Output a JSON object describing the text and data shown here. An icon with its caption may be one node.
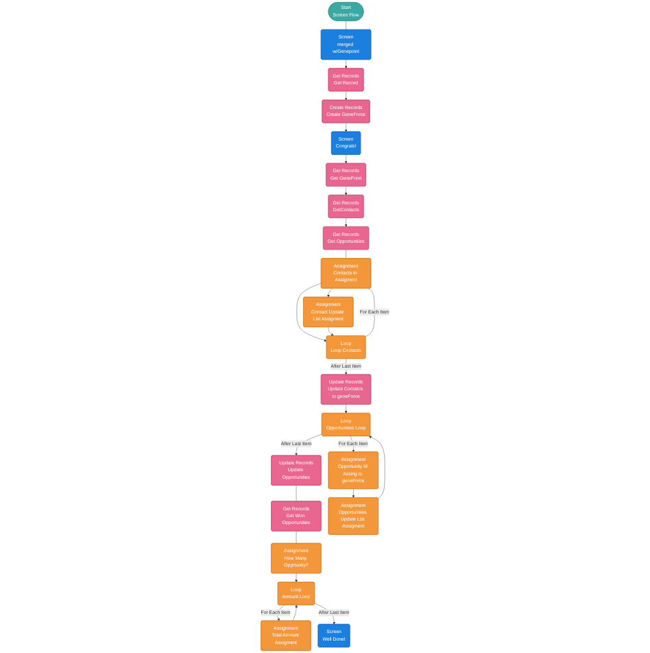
{
  "diagram": {
    "nodes": [
      {
        "text": [
          "Screen",
          "merged w/Genepoint"
        ]
      },
      {
        "text": [
          "Get Records",
          "Get Record"
        ]
      },
      {
        "text": [
          "Create Records",
          "Create GeneForce"
        ]
      },
      {
        "text": [
          "Screen",
          "Congrats!"
        ]
      },
      {
        "text": [
          "Get Records",
          "Get GenePoint"
        ]
      },
      {
        "text": [
          "Get Records",
          "GetContacts"
        ]
      },
      {
        "text": [
          "Start",
          "Screen Flow"
        ]
      },
      {
        "text": [
          "Screen",
          "Well Done!"
        ]
      },
      {
        "text": [
          "Assignment",
          "How Many Opprtunity?"
        ]
      },
      {
        "text": [
          "Loop",
          "Amount Loop"
        ]
      },
      {
        "text": [
          "Assignment",
          "Total Amount Assigment"
        ]
      },
      {
        "text": [
          "Get Records",
          "Get Opportunities"
        ]
      },
      {
        "text": [
          "Get Records",
          "Get Won Opportunities"
        ]
      },
      {
        "text": [
          "Assignment",
          "Opportunities Update List Assigment"
        ]
      },
      {
        "text": [
          "Assignment",
          "Contacts to Assigment"
        ]
      },
      {
        "text": [
          "Assignment",
          "Opportunity Id Assing to geneForce"
        ]
      },
      {
        "text": [
          "Update Records",
          "Update Opportunities"
        ]
      },
      {
        "text": [
          "Loop",
          "Opportunities Loop"
        ]
      },
      {
        "text": [
          "Update Records",
          "Update Contatcs to geneForce"
        ]
      },
      {
        "text": [
          "Loop",
          "Loop Contacts"
        ]
      },
      {
        "text": [
          "Assignment",
          "Contact Update List Assigment"
        ]
      }
    ],
    "edges": [
      {
        "from": 6,
        "to": 0,
        "arrow": "none"
      },
      {
        "from": 0,
        "to": 1,
        "arrow": "to"
      },
      {
        "from": 1,
        "to": 2,
        "arrow": "to"
      },
      {
        "from": 2,
        "to": 3,
        "arrow": "to"
      },
      {
        "from": 3,
        "to": 4,
        "arrow": "to"
      },
      {
        "from": 4,
        "to": 5,
        "arrow": "to"
      },
      {
        "from": 5,
        "to": 11,
        "arrow": "to"
      },
      {
        "from": 11,
        "to": 14,
        "arrow": "none"
      },
      {
        "from": 14,
        "to": 19,
        "arrow": "to"
      },
      {
        "from": 19,
        "to": 14,
        "arrow": "none",
        "label": "For Each Item"
      },
      {
        "from": 14,
        "to": 20,
        "arrow": "to"
      },
      {
        "from": 20,
        "to": 19,
        "arrow": "to"
      },
      {
        "from": 19,
        "to": 18,
        "arrow": "to",
        "label": "After Last Item"
      },
      {
        "from": 18,
        "to": 17,
        "arrow": "to"
      },
      {
        "from": 17,
        "to": 15,
        "arrow": "to",
        "label": "For Each Item"
      },
      {
        "from": 15,
        "to": 13,
        "arrow": "to"
      },
      {
        "from": 13,
        "to": 17,
        "arrow": "to"
      },
      {
        "from": 17,
        "to": 16,
        "arrow": "to",
        "label": "After Last Item"
      },
      {
        "from": 16,
        "to": 12,
        "arrow": "none"
      },
      {
        "from": 12,
        "to": 8,
        "arrow": "none"
      },
      {
        "from": 8,
        "to": 9,
        "arrow": "to"
      },
      {
        "from": 9,
        "to": 10,
        "arrow": "to",
        "label": "For Each Item"
      },
      {
        "from": 10,
        "to": 9,
        "arrow": "to"
      },
      {
        "from": 9,
        "to": 7,
        "arrow": "to",
        "label": "After Last Item"
      }
    ]
  }
}
